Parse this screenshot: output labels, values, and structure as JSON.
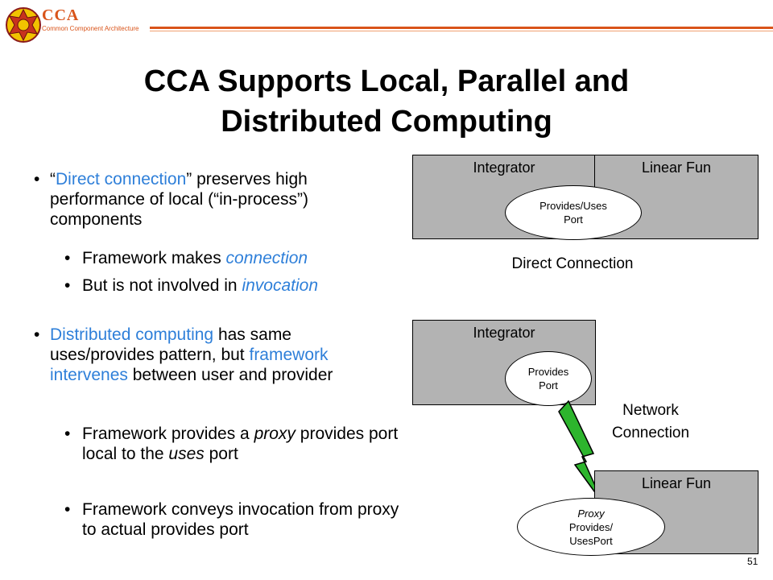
{
  "header": {
    "brand": "CCA",
    "brand_subtitle": "Common Component Architecture",
    "colors": {
      "brand": "#d9541a",
      "accent_blue": "#2e7fd9",
      "lightning": "#2db52d"
    }
  },
  "title_line1": "CCA Supports Local, Parallel and",
  "title_line2": "Distributed Computing",
  "bullets": {
    "b1": {
      "q_open": "“",
      "direct_connection": "Direct connection",
      "q_close": "”",
      "rest": " preserves high performance of local (“in-process”) components"
    },
    "b1_1": {
      "pre": "Framework makes ",
      "em": "connection"
    },
    "b1_2": {
      "pre": "But is not involved in ",
      "em": "invocation"
    },
    "b2": {
      "distributed_computing": "Distributed computing",
      "mid": " has same uses/provides pattern, but ",
      "framework_intervenes": "framework intervenes",
      "rest": " between user and provider"
    },
    "b2_1": {
      "pre": "Framework provides a ",
      "em1": "proxy",
      "mid": " provides port local to the ",
      "em2": "uses",
      "post": " port"
    },
    "b2_2": {
      "text": "Framework conveys invocation from proxy to actual provides port"
    }
  },
  "diagram": {
    "direct": {
      "integrator": "Integrator",
      "linear_fun": "Linear Fun",
      "port_line1": "Provides/Uses",
      "port_line2": "Port",
      "caption": "Direct Connection"
    },
    "network": {
      "integrator": "Integrator",
      "port_line1": "Provides",
      "port_line2": "Port",
      "caption_line1": "Network",
      "caption_line2": "Connection",
      "linear_fun": "Linear Fun",
      "proxy_line1": "Proxy",
      "proxy_line2": "Provides/",
      "proxy_line3": "UsesPort"
    }
  },
  "page_number": "51",
  "icons": {
    "logo": "cca-logo-icon",
    "lightning": "lightning-bolt-icon"
  }
}
